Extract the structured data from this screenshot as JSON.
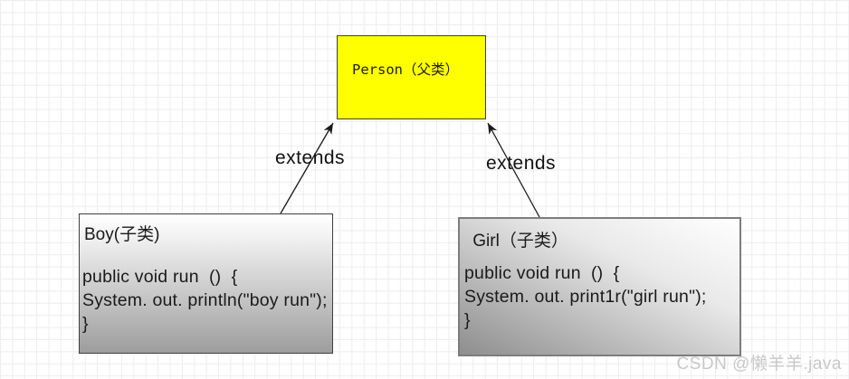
{
  "diagram": {
    "parent_class": {
      "label": "Person（父类）"
    },
    "child_classes": [
      {
        "title": "Boy(子类)",
        "code_lines": [
          "public void run  ()  {",
          "System. out. println(\"boy run\");",
          "}"
        ]
      },
      {
        "title": " Girl（子类）",
        "code_lines": [
          "public void run  ()  {",
          "System. out. print1r(\"girl run\");",
          "}"
        ]
      }
    ],
    "edges": [
      {
        "from": "Boy",
        "to": "Person",
        "label": "extends"
      },
      {
        "from": "Girl",
        "to": "Person",
        "label": "extends"
      }
    ]
  },
  "watermark": {
    "text": "CSDN @懒羊羊.java"
  },
  "colors": {
    "parent_fill": "#ffff00",
    "box_border_dark": "#3f3f3f",
    "girl_border": "#7d7d7d",
    "gradient_gray": "#9d9d9d",
    "grid_line": "#ededf0",
    "arrow": "#1a1a1a",
    "watermark": "#c8c8c8"
  }
}
